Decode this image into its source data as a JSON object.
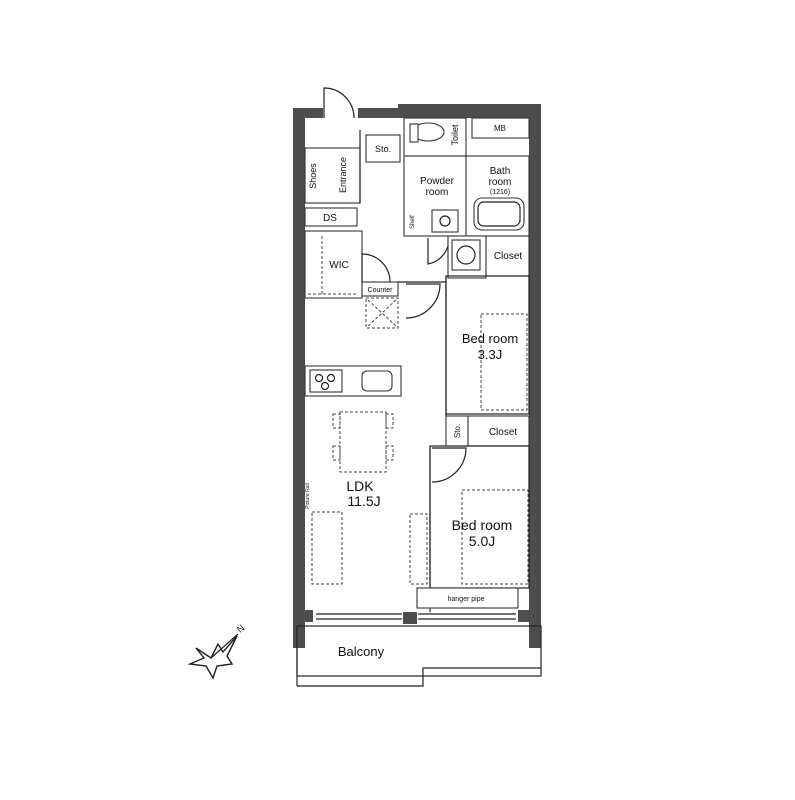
{
  "rooms": {
    "entrance": "Entrance",
    "shoes": "Shoes",
    "ds": "DS",
    "sto_top": "Sto.",
    "toilet": "Toilet",
    "mb": "MB",
    "powder_room_line1": "Powder",
    "powder_room_line2": "room",
    "bath_room_line1": "Bath",
    "bath_room_line2": "room",
    "bath_size": "(1216)",
    "shelf": "Shelf",
    "wic": "WIC",
    "counter": "Counter",
    "closet_upper": "Closet",
    "bedroom_small_name": "Bed room",
    "bedroom_small_size": "3.3J",
    "sto_mid": "Sto.",
    "closet_lower": "Closet",
    "ldk_name": "LDK",
    "ldk_size": "11.5J",
    "picture_rail": "Picture Rail",
    "bedroom_large_name": "Bed room",
    "bedroom_large_size": "5.0J",
    "hanger_pipe": "hanger pipe",
    "balcony": "Balcony"
  },
  "compass": {
    "north_label": "N"
  },
  "colors": {
    "wall": "#4d4d4d",
    "line": "#222222",
    "text": "#111111",
    "background": "#ffffff"
  }
}
